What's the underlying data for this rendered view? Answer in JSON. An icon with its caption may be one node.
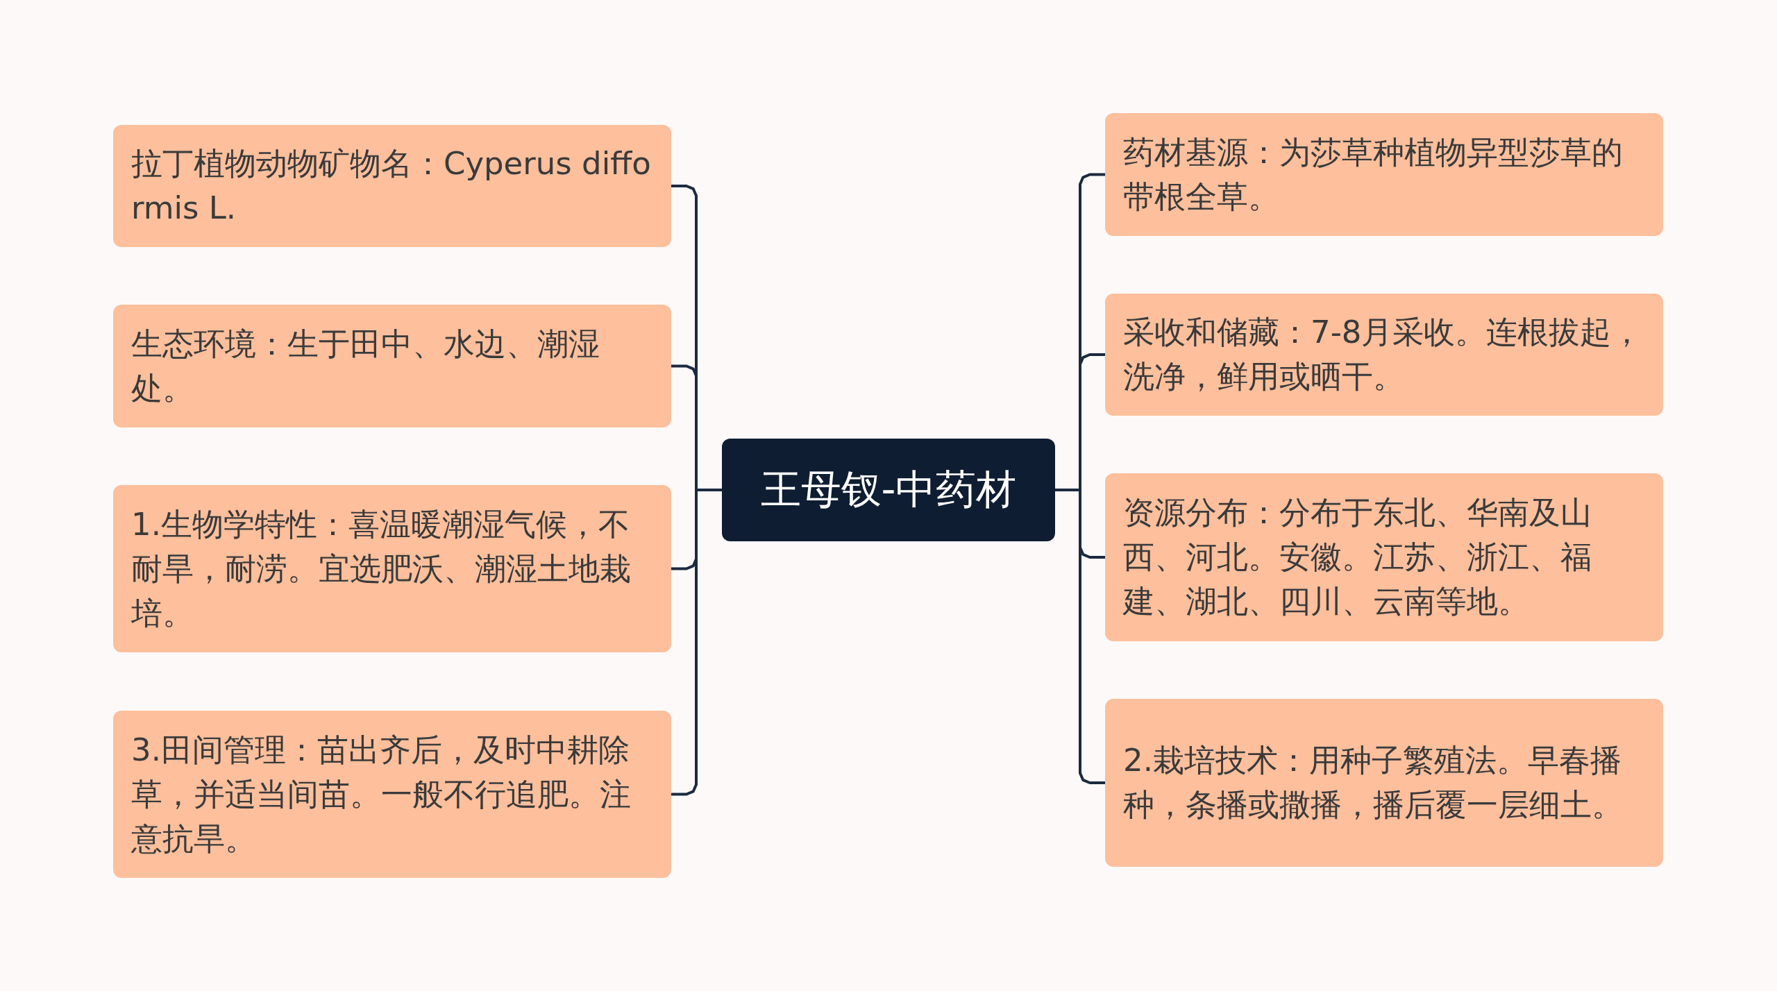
{
  "diagram": {
    "nodes": [
      {
        "text": [
          "王母钗-中药材"
        ]
      },
      {
        "text": [
          "拉丁植物动物矿物名：Cyperus difformis L."
        ]
      },
      {
        "text": [
          "生态环境：生于田中、水边、潮湿处。"
        ]
      },
      {
        "text": [
          "1.生物学特性：喜温暖潮湿气候，不耐旱，耐涝。宜选肥沃、潮湿土地栽培。"
        ]
      },
      {
        "text": [
          "3.田间管理：苗出齐后，及时中耕除草，并适当间苗。一般不行追肥。注意抗旱。"
        ]
      },
      {
        "text": [
          "药材基源：为莎草种植物异型莎草的带根全草。"
        ]
      },
      {
        "text": [
          "采收和储藏：7-8月采收。连根拔起，洗净，鲜用或晒干。"
        ]
      },
      {
        "text": [
          "资源分布：分布于东北、华南及山西、河北。安徽。江苏、浙江、福建、湖北、四川、云南等地。"
        ]
      },
      {
        "text": [
          "2.栽培技术：用种子繁殖法。早春播种，条播或撒播，播后覆一层细土。"
        ]
      }
    ],
    "edges": [
      {
        "from": 0,
        "to": 1,
        "arrow": "none"
      },
      {
        "from": 0,
        "to": 2,
        "arrow": "none"
      },
      {
        "from": 0,
        "to": 3,
        "arrow": "none"
      },
      {
        "from": 0,
        "to": 4,
        "arrow": "none"
      },
      {
        "from": 0,
        "to": 5,
        "arrow": "none"
      },
      {
        "from": 0,
        "to": 6,
        "arrow": "none"
      },
      {
        "from": 0,
        "to": 7,
        "arrow": "none"
      },
      {
        "from": 0,
        "to": 8,
        "arrow": "none"
      }
    ]
  }
}
